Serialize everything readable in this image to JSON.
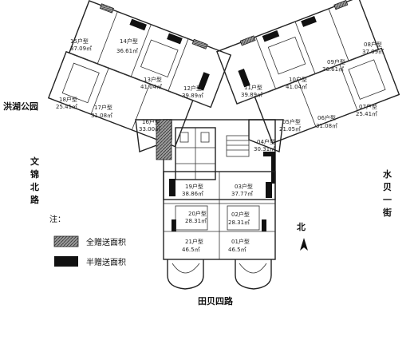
{
  "streets": {
    "west_park": "洪湖公园",
    "west_road": [
      "文",
      "锦",
      "北",
      "路"
    ],
    "east_street": [
      "水",
      "贝",
      "一",
      "街"
    ],
    "south_road": "田贝四路"
  },
  "compass": {
    "label": "北"
  },
  "legend": {
    "title": "注：",
    "full_balcony": "全赠送面积",
    "half_balcony": "半赠送面积"
  },
  "units": [
    {
      "id": "15",
      "label": "15户型",
      "area": "37.09㎡"
    },
    {
      "id": "14",
      "label": "14户型",
      "area": "36.61㎡"
    },
    {
      "id": "13",
      "label": "13户型",
      "area": "41.04㎡"
    },
    {
      "id": "12",
      "label": "12户型",
      "area": "39.89㎡"
    },
    {
      "id": "11",
      "label": "11户型",
      "area": "39.89㎡"
    },
    {
      "id": "10",
      "label": "10户型",
      "area": "41.04㎡"
    },
    {
      "id": "09",
      "label": "09户型",
      "area": "36.61㎡"
    },
    {
      "id": "08",
      "label": "08户型",
      "area": "37.09㎡"
    },
    {
      "id": "18",
      "label": "18户型",
      "area": "25.41㎡"
    },
    {
      "id": "17",
      "label": "17户型",
      "area": "31.08㎡"
    },
    {
      "id": "16",
      "label": "16户型",
      "area": "33.00㎡"
    },
    {
      "id": "07",
      "label": "07户型",
      "area": "25.41㎡"
    },
    {
      "id": "06",
      "label": "06户型",
      "area": "31.08㎡"
    },
    {
      "id": "05",
      "label": "05户型",
      "area": "21.05㎡"
    },
    {
      "id": "04",
      "label": "04户型",
      "area": "30.31㎡"
    },
    {
      "id": "19",
      "label": "19户型",
      "area": "38.86㎡"
    },
    {
      "id": "03",
      "label": "03户型",
      "area": "37.77㎡"
    },
    {
      "id": "20",
      "label": "20户型",
      "area": "28.31㎡"
    },
    {
      "id": "02",
      "label": "02户型",
      "area": "28.31㎡"
    },
    {
      "id": "21",
      "label": "21户型",
      "area": "46.5㎡"
    },
    {
      "id": "01",
      "label": "01户型",
      "area": "46.5㎡"
    }
  ]
}
